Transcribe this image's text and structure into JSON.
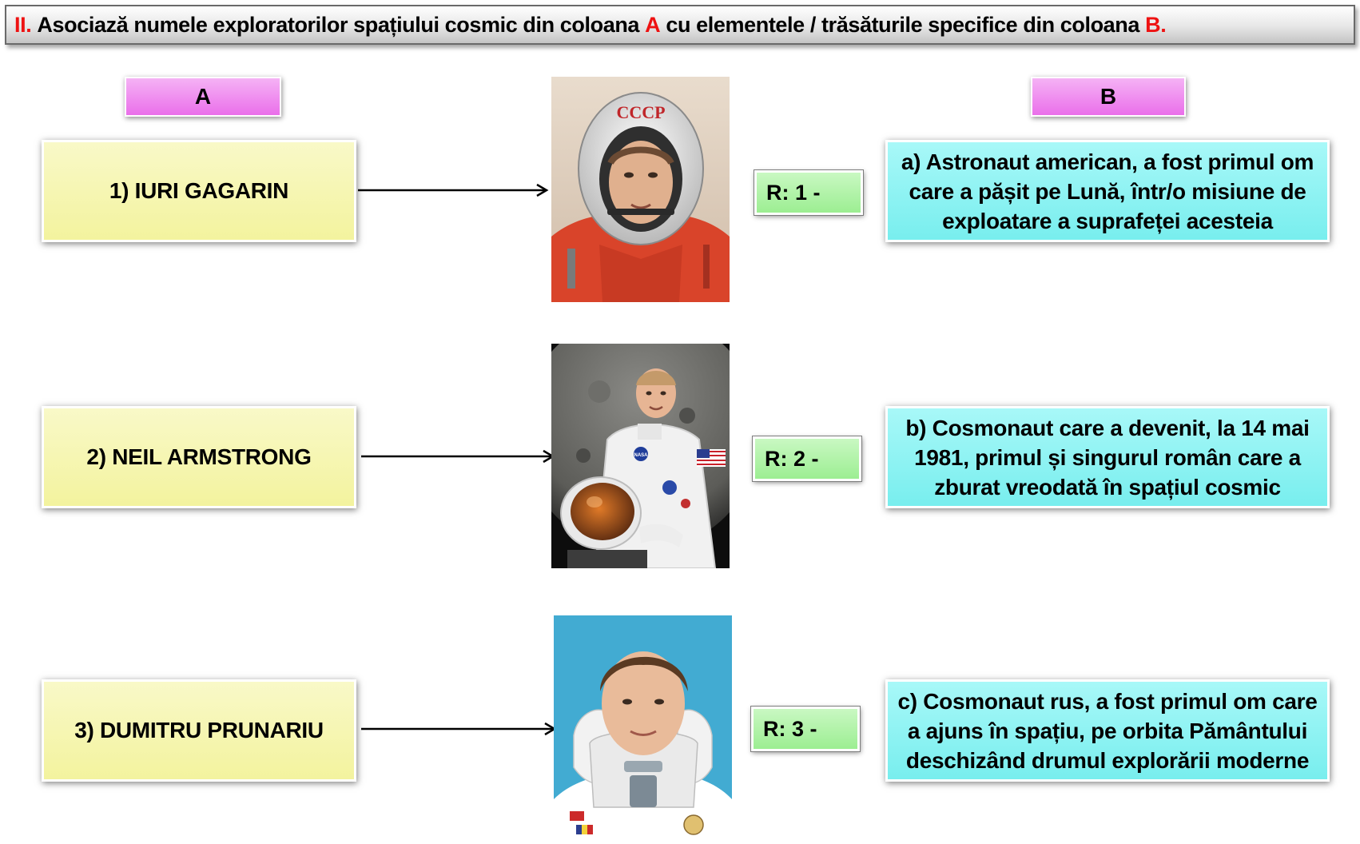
{
  "header": {
    "number": "II.",
    "text_before_a": "Asociază numele exploratorilor spațiului cosmic din coloana",
    "letter_a": "A",
    "text_middle": "cu elementele / trăsăturile specifice din coloana",
    "letter_b": "B.",
    "colors": {
      "accent": "#ee1111",
      "text": "#000000"
    }
  },
  "column_a": {
    "label": "A"
  },
  "column_b": {
    "label": "B"
  },
  "explorers": [
    {
      "label": "1) IURI GAGARIN"
    },
    {
      "label": "2) NEIL ARMSTRONG"
    },
    {
      "label": "3) DUMITRU PRUNARIU"
    }
  ],
  "answers": [
    {
      "label": "R: 1 -"
    },
    {
      "label": "R: 2 -"
    },
    {
      "label": "R: 3 -"
    }
  ],
  "descriptions": [
    {
      "text": "a) Astronaut american, a fost primul om care a pășit pe Lună, într/o misiune de exploatare a suprafeței acesteia"
    },
    {
      "text": "b) Cosmonaut care a devenit, la 14 mai 1981, primul și singurul român care a zburat vreodată în spațiul cosmic"
    },
    {
      "text": "c) Cosmonaut rus, a fost primul om care a ajuns în spațiu, pe orbita Pământului deschizând drumul explorării moderne"
    }
  ],
  "photos": [
    {
      "helmet_text": "СССР"
    },
    {
      "badge_text": "NASA"
    },
    {}
  ],
  "palette": {
    "column_label": "#ea6fea",
    "name_box": "#f3f39e",
    "description_box": "#78eeee",
    "answer_box": "#9cee92"
  }
}
